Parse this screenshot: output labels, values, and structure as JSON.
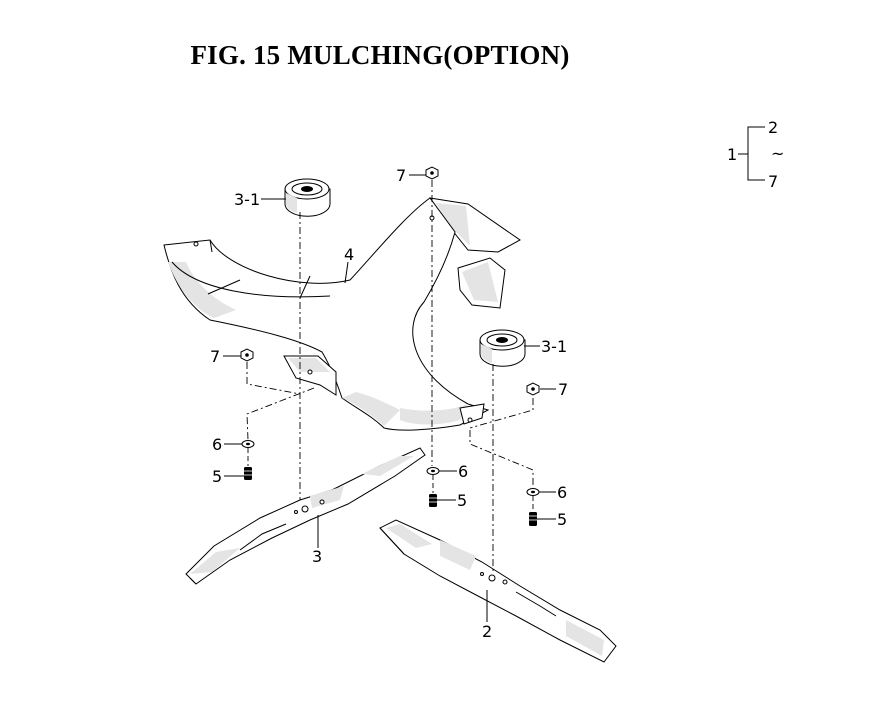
{
  "title": "FIG. 15  MULCHING(OPTION)",
  "legend": {
    "assembly": "1",
    "range_start": "2",
    "range_sep": "~",
    "range_end": "7"
  },
  "callouts": {
    "p3_1_top": "3-1",
    "p3_1_right": "3-1",
    "p4": "4",
    "p7_top": "7",
    "p7_left": "7",
    "p7_right": "7",
    "p6_left": "6",
    "p6_mid": "6",
    "p6_right": "6",
    "p5_left": "5",
    "p5_mid": "5",
    "p5_right": "5",
    "p3": "3",
    "p2": "2"
  }
}
